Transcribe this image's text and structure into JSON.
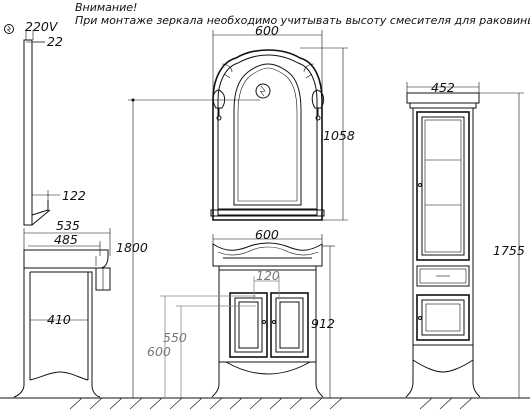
{
  "notes": {
    "line1": "Внимание!",
    "line2": "При монтаже зеркала необходимо учитывать высоту смесителя для раковины!"
  },
  "dimensions": {
    "voltage": "220V",
    "mirror_side_depth": "22",
    "shelf_depth": "122",
    "mirror_width": "600",
    "mirror_height": "1058",
    "mirror_mount_height": "1800",
    "vanity_top_width": "600",
    "vanity_side_depth_outer": "535",
    "vanity_side_depth_inner": "485",
    "vanity_leg_depth": "410",
    "drain_offset": "120",
    "vanity_height": "912",
    "drain_height_550": "550",
    "drain_height_600": "600",
    "column_width": "452",
    "column_height": "1755"
  },
  "icons": {
    "mirror_socket": "power-outlet-icon",
    "side_socket": "power-outlet-icon"
  }
}
